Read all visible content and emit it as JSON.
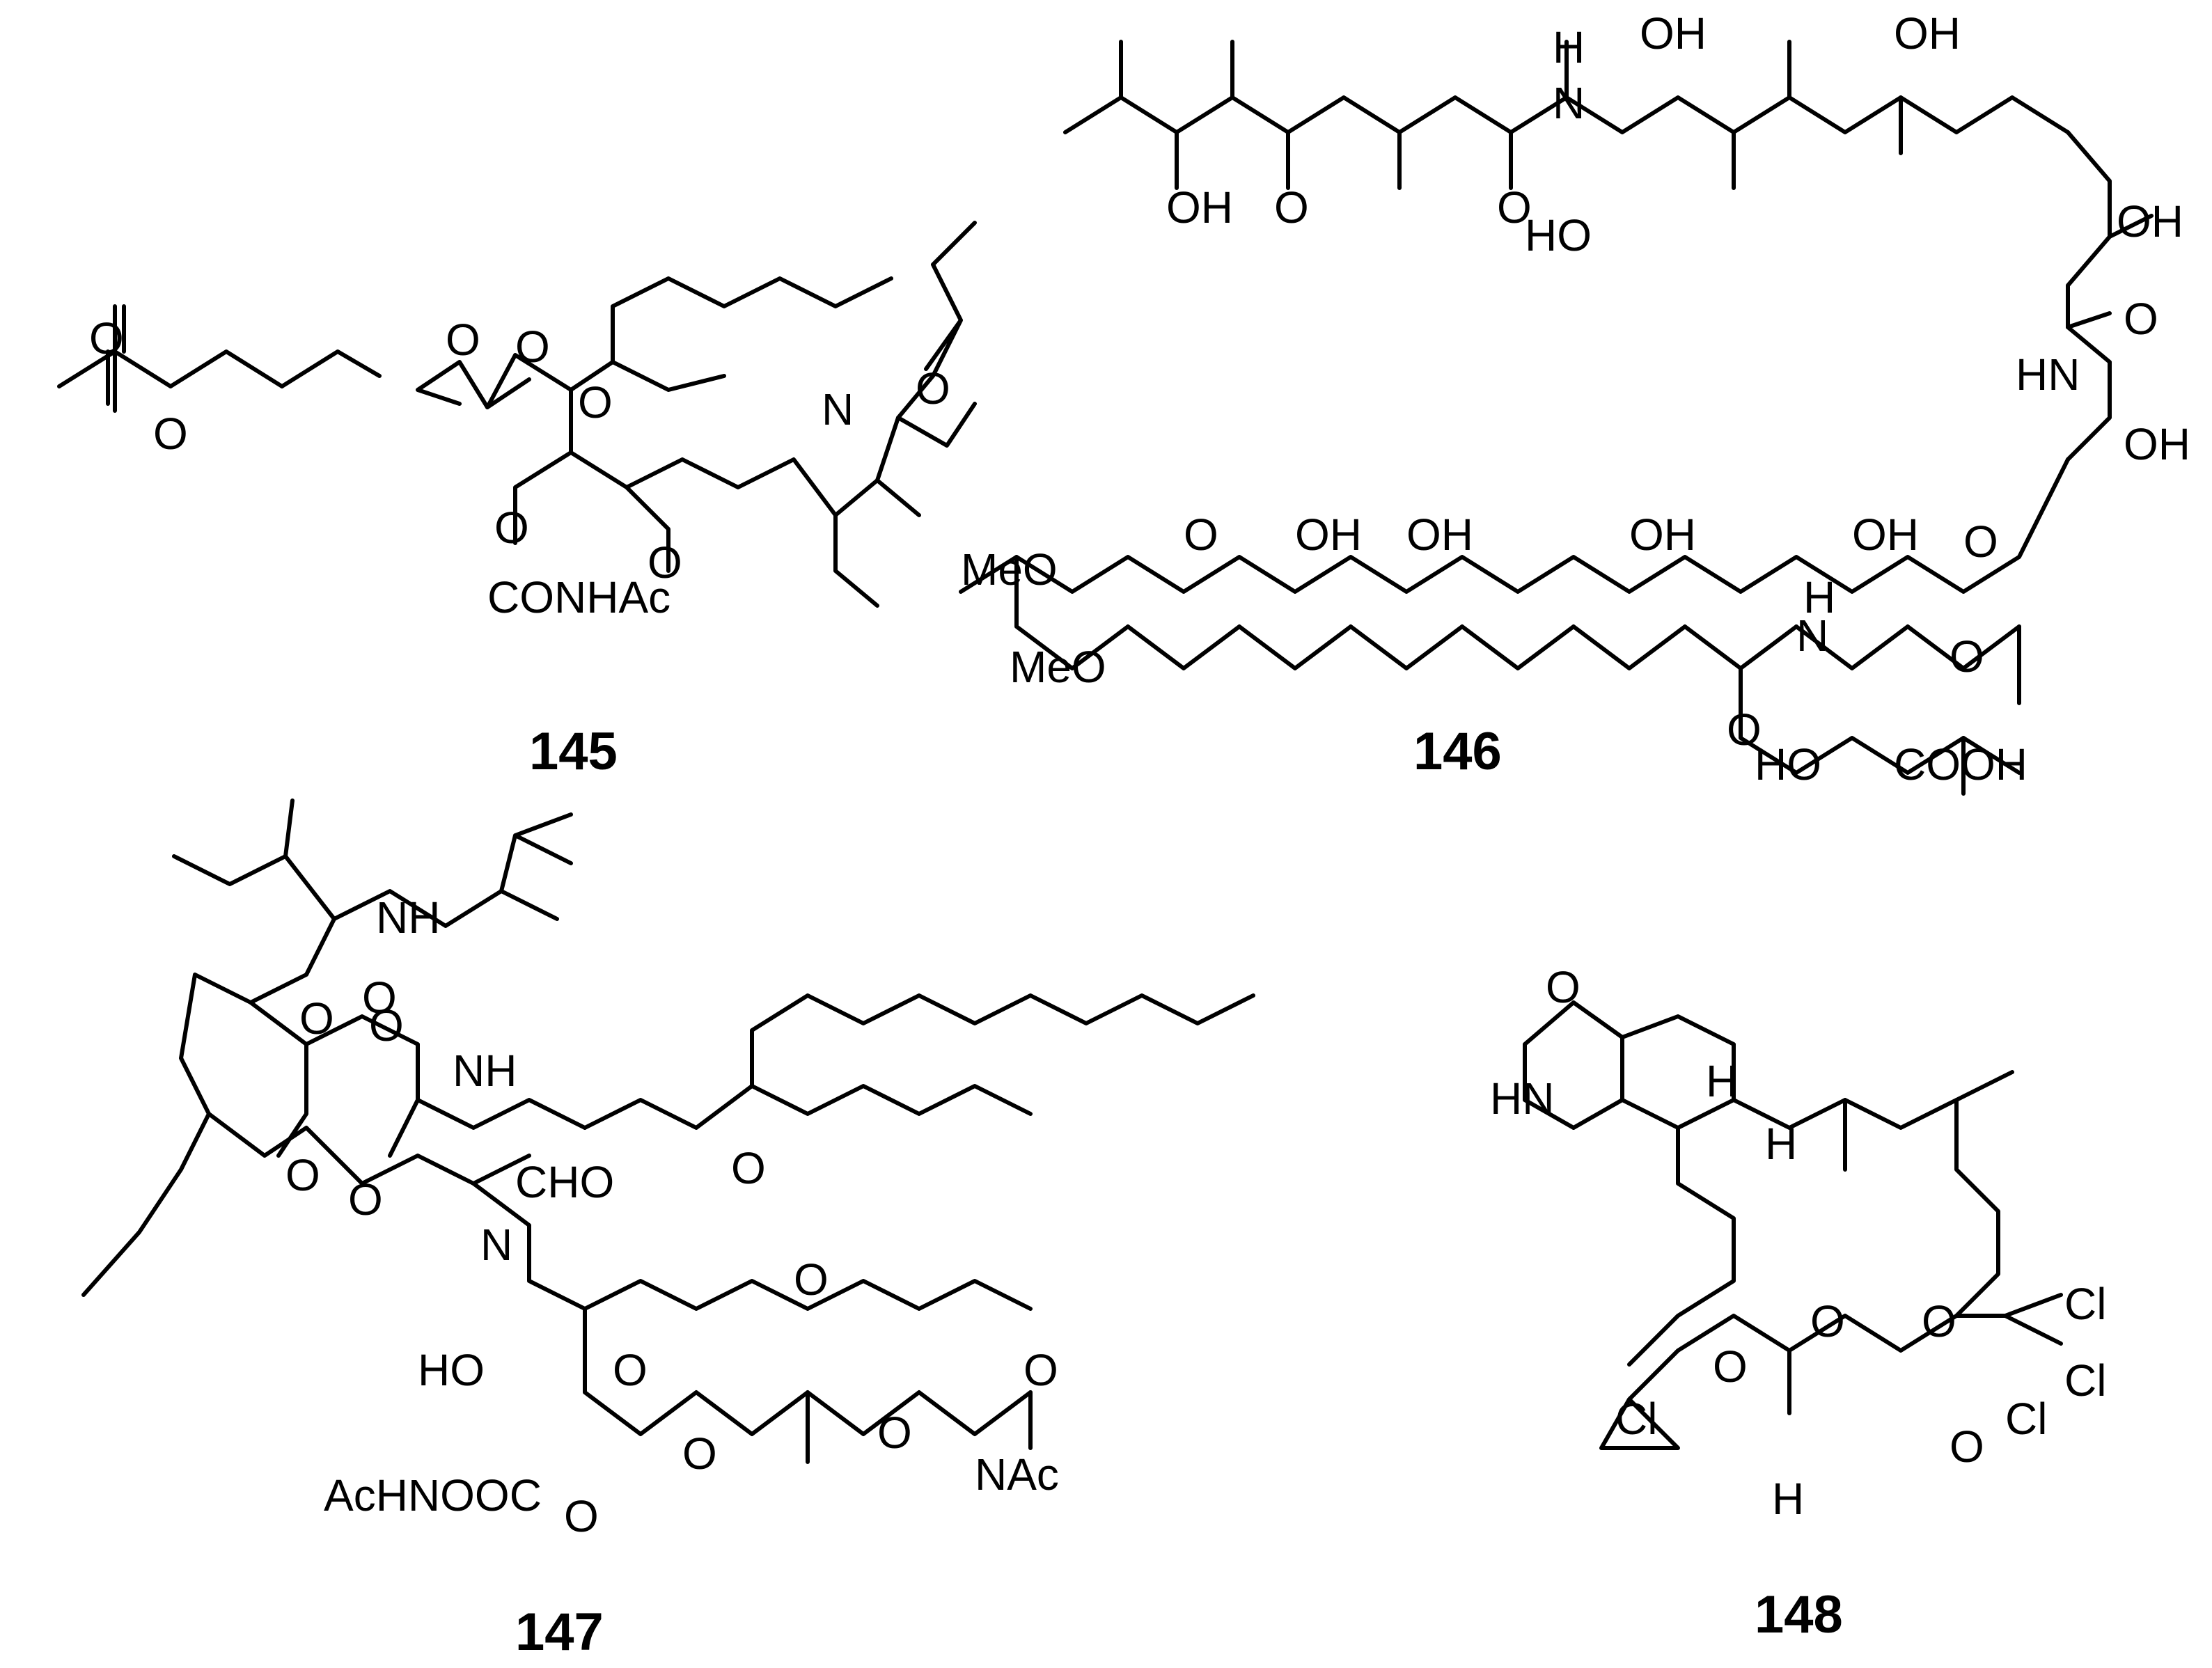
{
  "compounds": [
    {
      "id": "145",
      "label": "145",
      "atoms": [
        "O",
        "O",
        "O",
        "O",
        "O",
        "O",
        "N",
        "O",
        "O",
        "CONHAc"
      ]
    },
    {
      "id": "146",
      "label": "146",
      "atoms": [
        "OH",
        "OH",
        "O",
        "H",
        "N",
        "O",
        "OH",
        "HO",
        "OH",
        "O",
        "HN",
        "OH",
        "MeO",
        "O",
        "OH",
        "OH",
        "OH",
        "OH",
        "O",
        "MeO",
        "N",
        "H",
        "O",
        "O",
        "HO",
        "COOH"
      ]
    },
    {
      "id": "147",
      "label": "147",
      "atoms": [
        "NH",
        "O",
        "O",
        "NH",
        "O",
        "O",
        "O",
        "CHO",
        "N",
        "O",
        "O",
        "HO",
        "O",
        "O",
        "O",
        "O",
        "NAc",
        "AcHNOOC",
        "O"
      ]
    },
    {
      "id": "148",
      "label": "148",
      "atoms": [
        "O",
        "HN",
        "H",
        "H",
        "O",
        "O",
        "O",
        "Cl",
        "Cl",
        "Cl",
        "Cl",
        "O",
        "H"
      ]
    }
  ]
}
